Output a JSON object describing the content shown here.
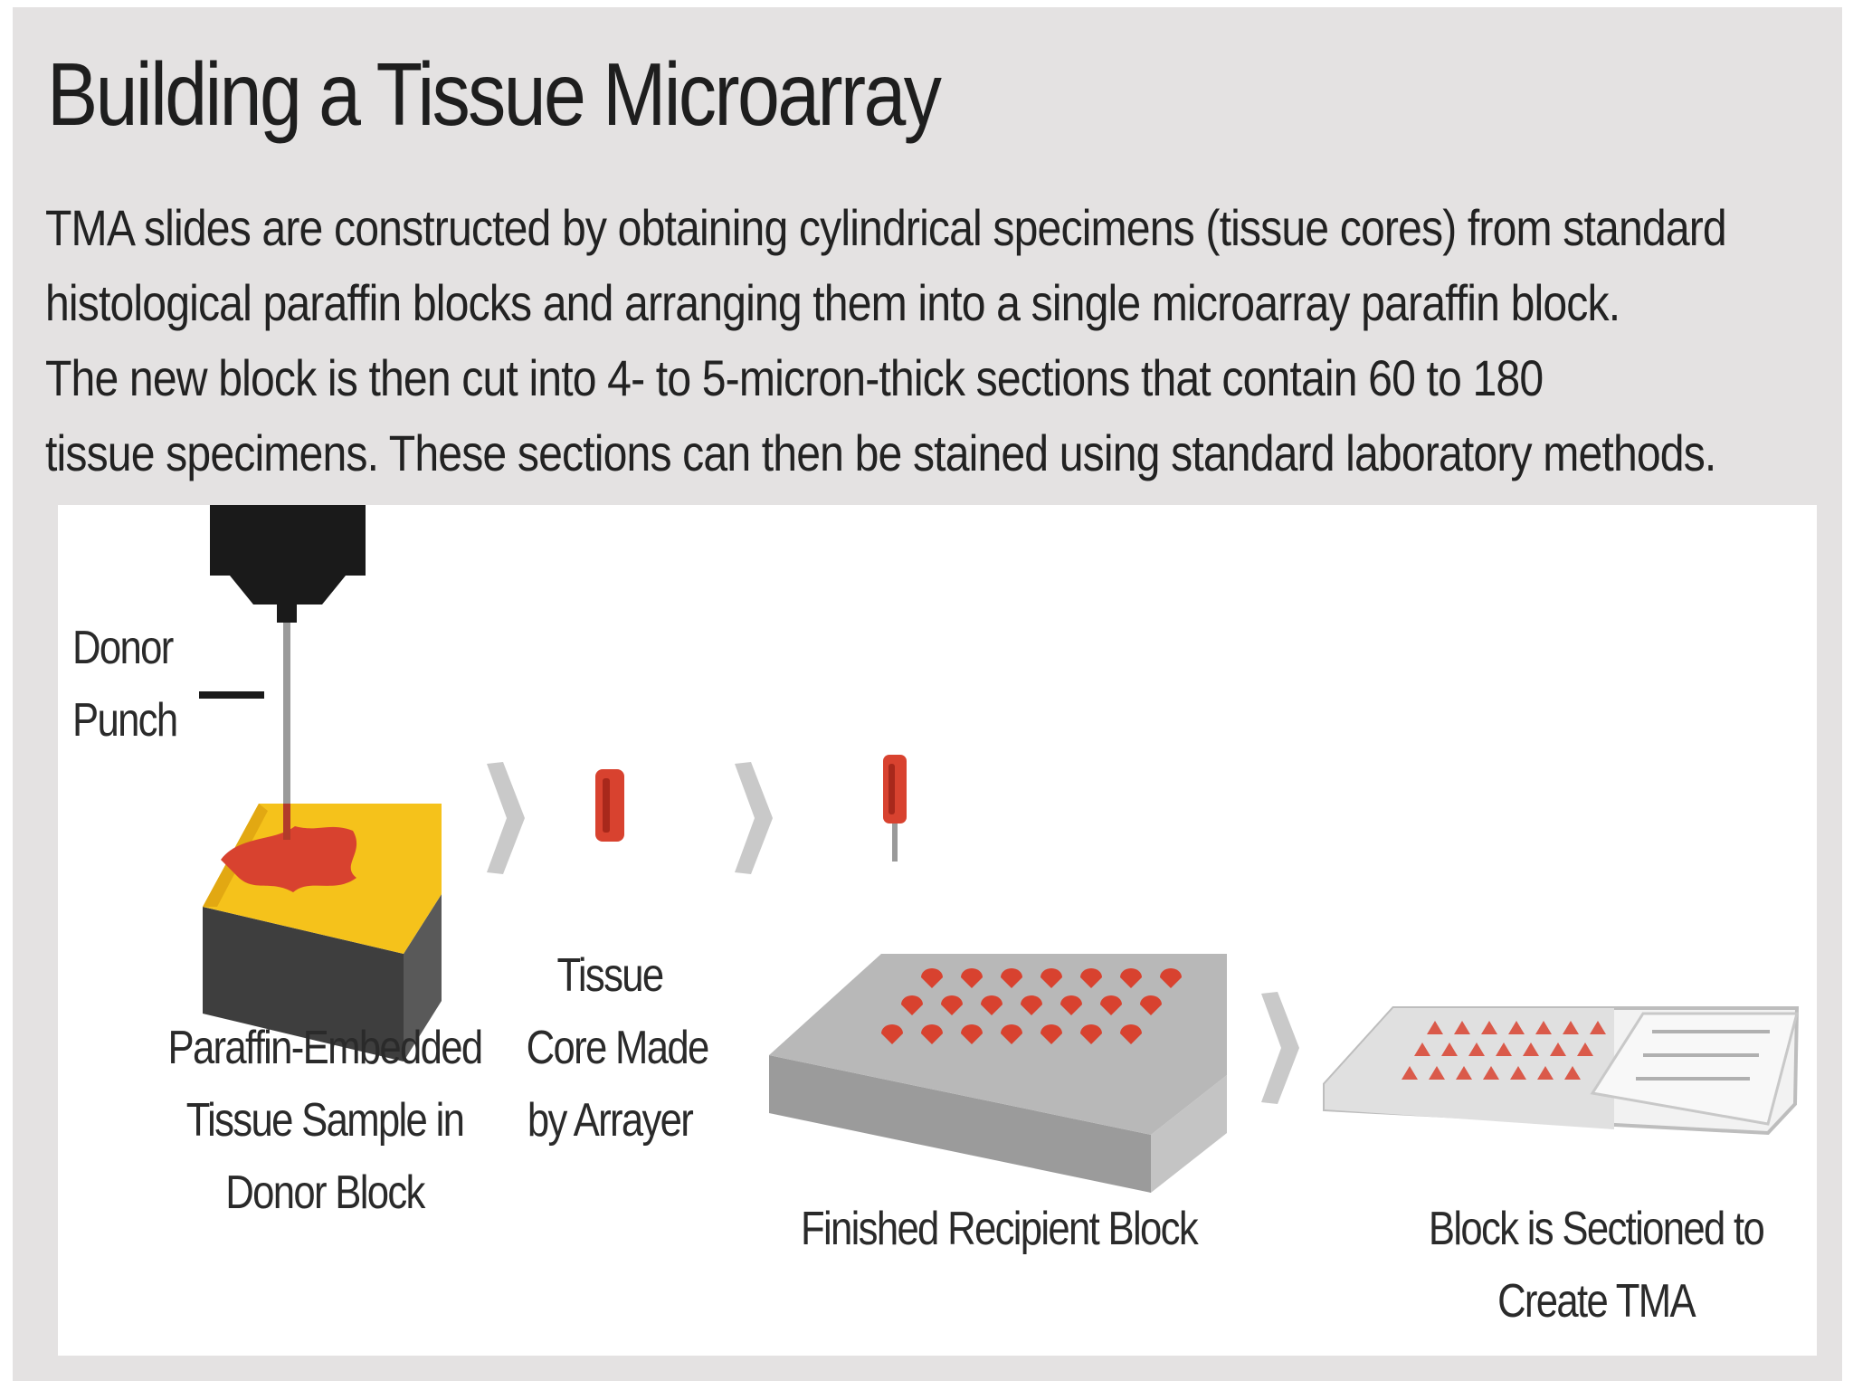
{
  "title": "Building a Tissue Microarray",
  "description_lines": [
    "TMA slides are constructed by obtaining cylindrical specimens (tissue cores) from standard",
    "histological paraffin blocks and arranging them into a single microarray paraffin block.",
    "The new block is then cut into 4- to 5-micron-thick sections that contain 60 to 180",
    "tissue specimens. These sections can then be stained using standard laboratory methods."
  ],
  "labels": {
    "donor_punch": [
      "Donor",
      "Punch"
    ],
    "donor_block": [
      "Paraffin-Embedded",
      "Tissue Sample in",
      "Donor Block"
    ],
    "tissue_core": [
      "Tissue",
      "Core Made",
      "by Arrayer"
    ],
    "recipient_block": [
      "Finished Recipient Block"
    ],
    "sectioned": [
      "Block is Sectioned to",
      "Create TMA"
    ]
  },
  "colors": {
    "tissue_red": "#d8422f",
    "paraffin_yellow": "#f5c21b",
    "block_dark": "#4a4a4a",
    "recipient_grey": "#b8b8b8",
    "arrow_grey": "#c9c9c9"
  }
}
